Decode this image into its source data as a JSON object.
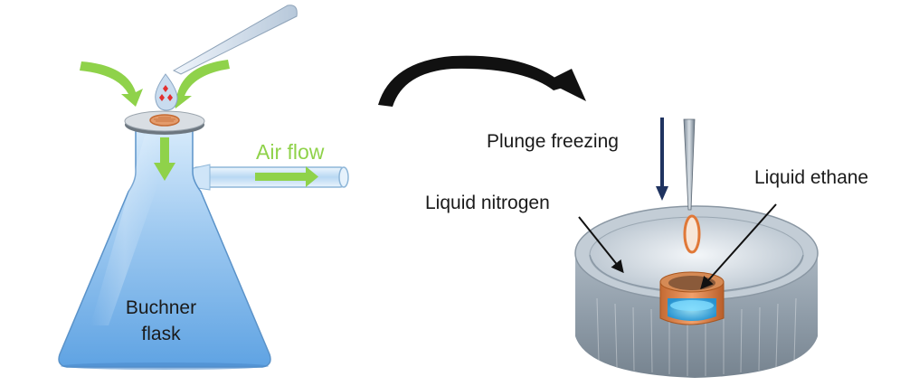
{
  "labels": {
    "buchner_line1": "Buchner",
    "buchner_line2": "flask",
    "air_flow": "Air flow",
    "plunge_freezing": "Plunge freezing",
    "liquid_nitrogen": "Liquid nitrogen",
    "liquid_ethane": "Liquid ethane"
  },
  "colors": {
    "flask_blue": "#7db4e6",
    "arrow_green": "#8fd24a",
    "air_flow_text": "#8fd24a",
    "label_text": "#1a1a1a",
    "plunge_arrow": "#1f3360",
    "grid_ring": "#e07838",
    "droplet_red": "#e23030",
    "dewar_gray": "#8c98a4",
    "ethane_blue": "#2fb4f0"
  }
}
